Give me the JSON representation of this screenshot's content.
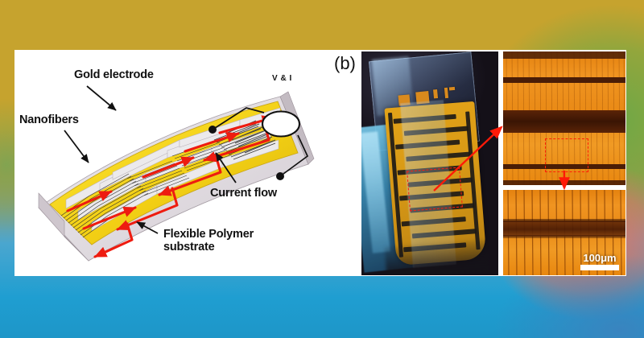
{
  "figure": {
    "panel_a": {
      "labels": {
        "gold_electrode": "Gold electrode",
        "nanofibers": "Nanofibers",
        "current_flow": "Current flow",
        "flexible_polymer": "Flexible Polymer substrate",
        "meter": "V & I"
      },
      "icons": {
        "meter_symbol": "voltmeter-ammeter-circle",
        "arrow_symbol": "leader-arrow",
        "current_arrow": "red-current-arrow"
      }
    },
    "panel_b": {
      "label": "(b)",
      "photo_caption": "flexible-interdigitated-device-photograph",
      "micrograph_top_caption": "optical-micrograph-electrodes-nanofibers",
      "micrograph_bottom_caption": "optical-micrograph-nanofiber-closeup",
      "scale_bar": "100μm",
      "roi_marker": "red-dashed-region-of-interest"
    },
    "colors": {
      "gold": "#f2d21a",
      "gold_dark": "#c9a615",
      "current_red": "#ee1c10",
      "substrate_grey": "#cfc8ce",
      "substrate_shadow": "#9b8f99",
      "micrograph_orange": "#ea8a14",
      "micrograph_band": "#4a1d06",
      "roi_red": "#ff2008",
      "card_white": "#ffffff",
      "backdrop_gold": "#c6a32e",
      "backdrop_blue": "#1f9ed1",
      "backdrop_green": "#68a848",
      "backdrop_salmon": "#e8705c"
    }
  }
}
